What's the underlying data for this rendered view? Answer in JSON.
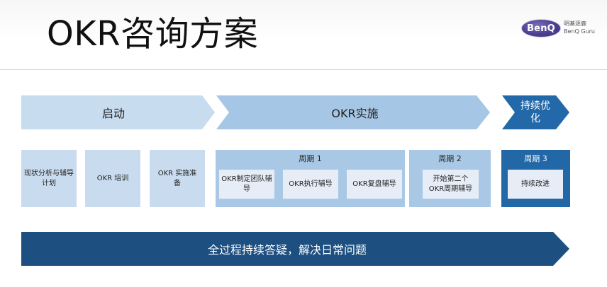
{
  "title": "OKR咨询方案",
  "logo": {
    "brand": "BenQ",
    "line1": "明基逐鹿",
    "line2": "BenQ Guru"
  },
  "phases": [
    {
      "label": "启动"
    },
    {
      "label": "OKR实施"
    },
    {
      "label": "持续优化"
    }
  ],
  "start_steps": [
    "现状分析与辅导计划",
    "OKR 培训",
    "OKR 实施准备"
  ],
  "cycles": [
    {
      "header": "周期 1",
      "items": [
        "OKR制定团队辅导",
        "OKR执行辅导",
        "OKR复盘辅导"
      ]
    },
    {
      "header": "周期 2",
      "items": [
        "开始第二个OKR周期辅导"
      ]
    },
    {
      "header": "周期 3",
      "items": [
        "持续改进"
      ]
    }
  ],
  "banner": "全过程持续答疑，解决日常问题",
  "colors": {
    "light_arrow": "#c5d9ee",
    "mid_arrow": "#9ec0e2",
    "dark": "#1f5f9c",
    "banner": "#1b4d7d",
    "box_light": "#c8dbee",
    "inner_box": "#e4ecf6"
  }
}
